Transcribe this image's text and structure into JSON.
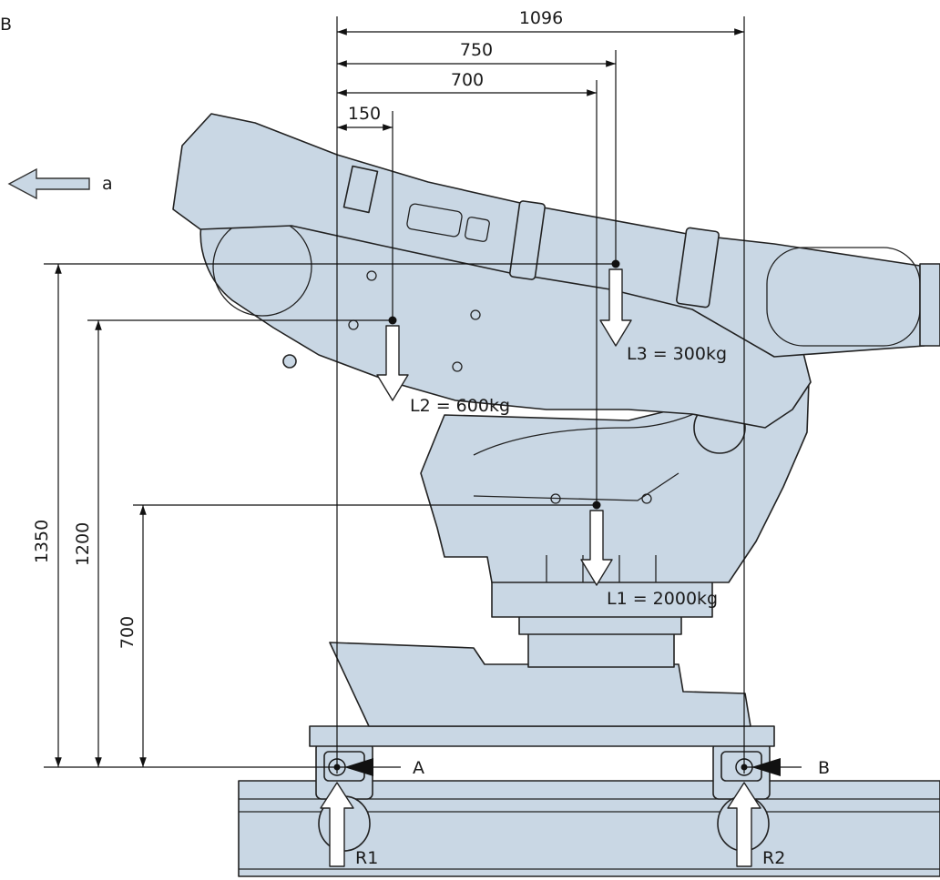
{
  "figure_label": "B",
  "direction_arrow": {
    "label": "a"
  },
  "dimensions": {
    "horizontal": [
      "1096",
      "750",
      "700",
      "150"
    ],
    "vertical": [
      "1350",
      "1200",
      "700"
    ]
  },
  "loads": {
    "l1": "L1 = 2000kg",
    "l2": "L2 = 600kg",
    "l3": "L3 = 300kg"
  },
  "supports": {
    "a": "A",
    "b": "B"
  },
  "reactions": {
    "r1": "R1",
    "r2": "R2"
  },
  "colors": {
    "body_fill": "#c9d7e4",
    "outline": "#222222"
  }
}
